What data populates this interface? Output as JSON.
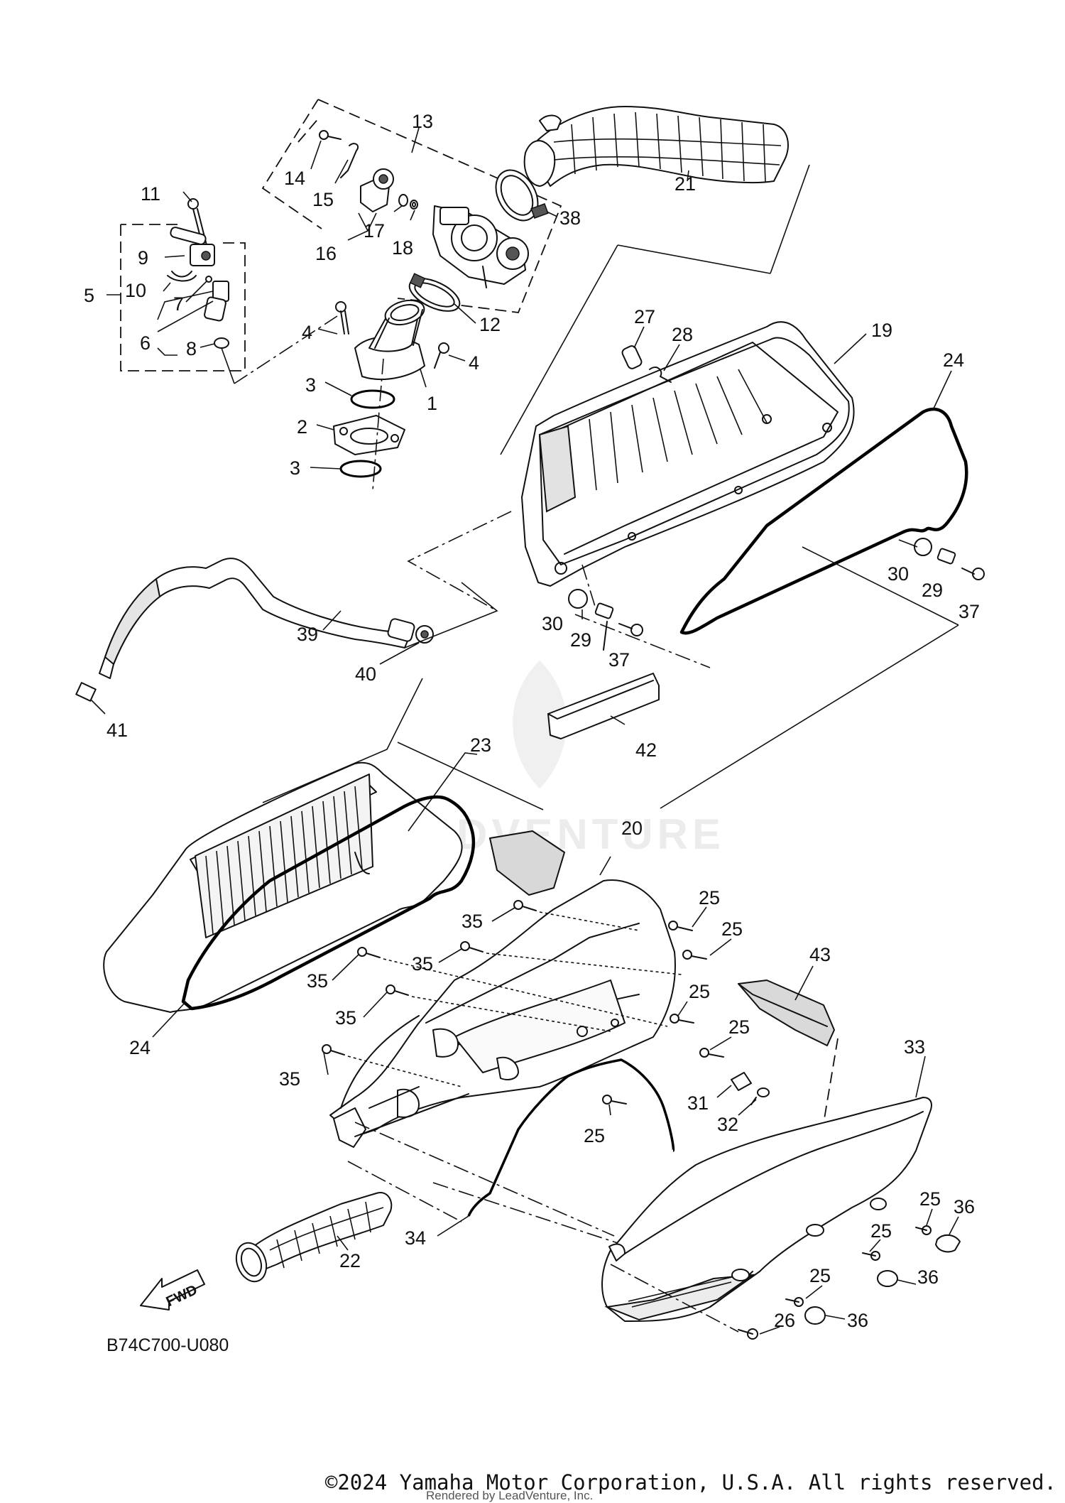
{
  "callouts": [
    {
      "id": "p1",
      "label": "1"
    },
    {
      "id": "p2",
      "label": "2"
    },
    {
      "id": "p3a",
      "label": "3"
    },
    {
      "id": "p3b",
      "label": "3"
    },
    {
      "id": "p4a",
      "label": "4"
    },
    {
      "id": "p4b",
      "label": "4"
    },
    {
      "id": "p5",
      "label": "5"
    },
    {
      "id": "p6",
      "label": "6"
    },
    {
      "id": "p7",
      "label": "7"
    },
    {
      "id": "p8",
      "label": "8"
    },
    {
      "id": "p9",
      "label": "9"
    },
    {
      "id": "p10",
      "label": "10"
    },
    {
      "id": "p11",
      "label": "11"
    },
    {
      "id": "p12",
      "label": "12"
    },
    {
      "id": "p13",
      "label": "13"
    },
    {
      "id": "p14",
      "label": "14"
    },
    {
      "id": "p15",
      "label": "15"
    },
    {
      "id": "p16",
      "label": "16"
    },
    {
      "id": "p17",
      "label": "17"
    },
    {
      "id": "p18",
      "label": "18"
    },
    {
      "id": "p19",
      "label": "19"
    },
    {
      "id": "p20",
      "label": "20"
    },
    {
      "id": "p21",
      "label": "21"
    },
    {
      "id": "p22",
      "label": "22"
    },
    {
      "id": "p23",
      "label": "23"
    },
    {
      "id": "p24a",
      "label": "24"
    },
    {
      "id": "p24b",
      "label": "24"
    },
    {
      "id": "p25a",
      "label": "25"
    },
    {
      "id": "p25b",
      "label": "25"
    },
    {
      "id": "p25c",
      "label": "25"
    },
    {
      "id": "p25d",
      "label": "25"
    },
    {
      "id": "p25e",
      "label": "25"
    },
    {
      "id": "p25f",
      "label": "25"
    },
    {
      "id": "p25g",
      "label": "25"
    },
    {
      "id": "p25h",
      "label": "25"
    },
    {
      "id": "p26",
      "label": "26"
    },
    {
      "id": "p27",
      "label": "27"
    },
    {
      "id": "p28",
      "label": "28"
    },
    {
      "id": "p29a",
      "label": "29"
    },
    {
      "id": "p29b",
      "label": "29"
    },
    {
      "id": "p30a",
      "label": "30"
    },
    {
      "id": "p30b",
      "label": "30"
    },
    {
      "id": "p31",
      "label": "31"
    },
    {
      "id": "p32",
      "label": "32"
    },
    {
      "id": "p33",
      "label": "33"
    },
    {
      "id": "p34",
      "label": "34"
    },
    {
      "id": "p35a",
      "label": "35"
    },
    {
      "id": "p35b",
      "label": "35"
    },
    {
      "id": "p35c",
      "label": "35"
    },
    {
      "id": "p35d",
      "label": "35"
    },
    {
      "id": "p35e",
      "label": "35"
    },
    {
      "id": "p36a",
      "label": "36"
    },
    {
      "id": "p36b",
      "label": "36"
    },
    {
      "id": "p36c",
      "label": "36"
    },
    {
      "id": "p37a",
      "label": "37"
    },
    {
      "id": "p37b",
      "label": "37"
    },
    {
      "id": "p38",
      "label": "38"
    },
    {
      "id": "p39",
      "label": "39"
    },
    {
      "id": "p40",
      "label": "40"
    },
    {
      "id": "p41",
      "label": "41"
    },
    {
      "id": "p42",
      "label": "42"
    },
    {
      "id": "p43",
      "label": "43"
    }
  ],
  "fwd_label": "FWD",
  "diagram_code": "B74C700-U080",
  "watermark": "LEADVENTURE",
  "copyright": "©2024 Yamaha Motor Corporation, U.S.A. All rights reserved.",
  "rendered_by": "Rendered by LeadVenture, Inc."
}
